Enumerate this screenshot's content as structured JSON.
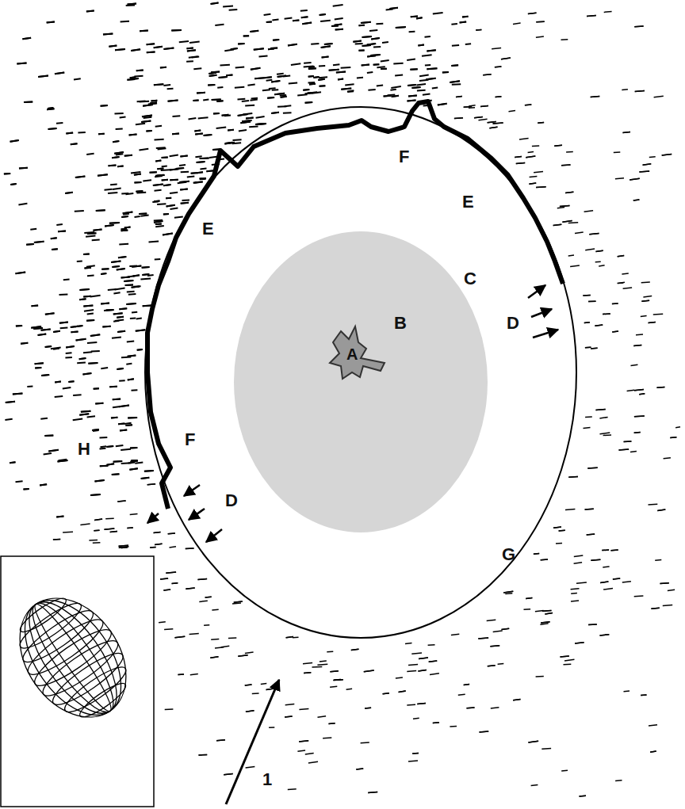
{
  "diagram": {
    "labels": [
      "A",
      "B",
      "C",
      "D",
      "D",
      "E",
      "E",
      "F",
      "F",
      "G",
      "H",
      "1"
    ]
  }
}
